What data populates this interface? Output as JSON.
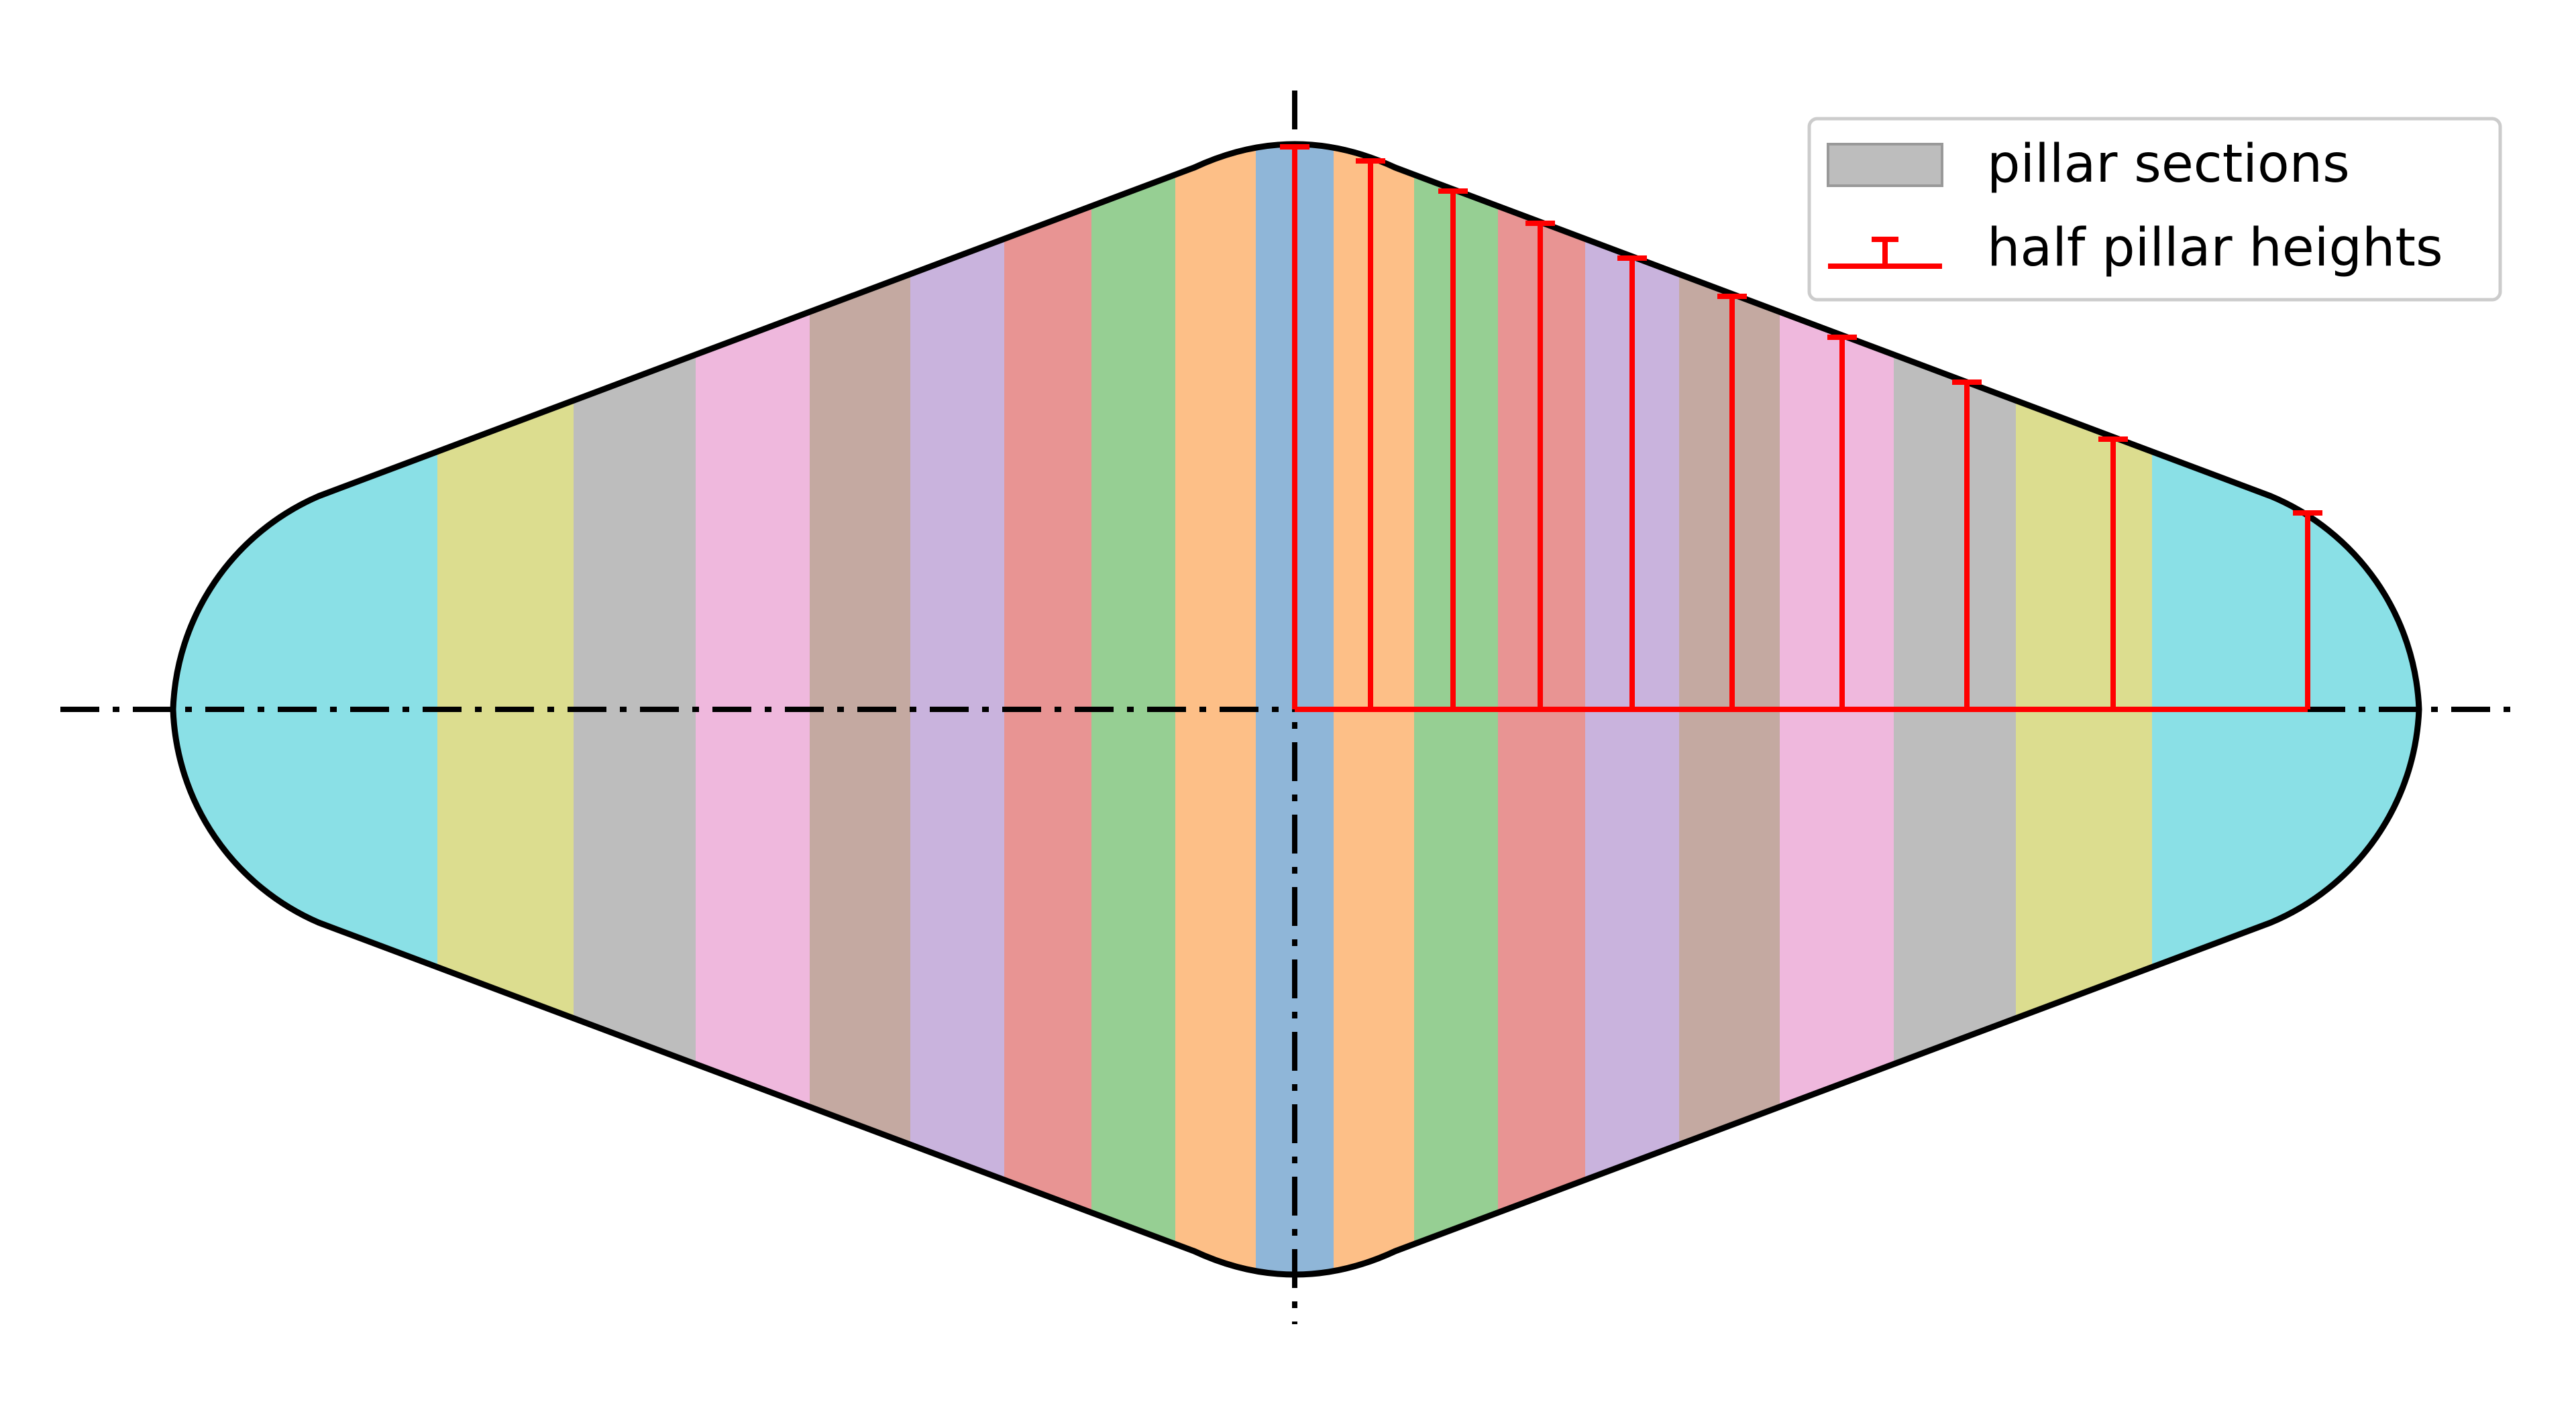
{
  "legend": {
    "items": [
      {
        "label": "pillar sections",
        "kind": "patch",
        "color": "#bdbdbd"
      },
      {
        "label": "half pillar heights",
        "kind": "errorbar",
        "color": "#ff0000"
      }
    ]
  },
  "colors": {
    "outline": "#000000",
    "axis": "#000000",
    "marker": "#ff0000",
    "legend_border": "#cccccc"
  },
  "pillar_sections": [
    {
      "index": 0,
      "color": "#8fb6d8"
    },
    {
      "index": 1,
      "color": "#fdbf87"
    },
    {
      "index": 2,
      "color": "#96cf93"
    },
    {
      "index": 3,
      "color": "#e89493"
    },
    {
      "index": 4,
      "color": "#c9b3dd"
    },
    {
      "index": 5,
      "color": "#c4a9a1"
    },
    {
      "index": 6,
      "color": "#efb8dd"
    },
    {
      "index": 7,
      "color": "#bdbdbd"
    },
    {
      "index": 8,
      "color": "#dcdd8f"
    },
    {
      "index": 9,
      "color": "#8ae0e6"
    }
  ]
}
